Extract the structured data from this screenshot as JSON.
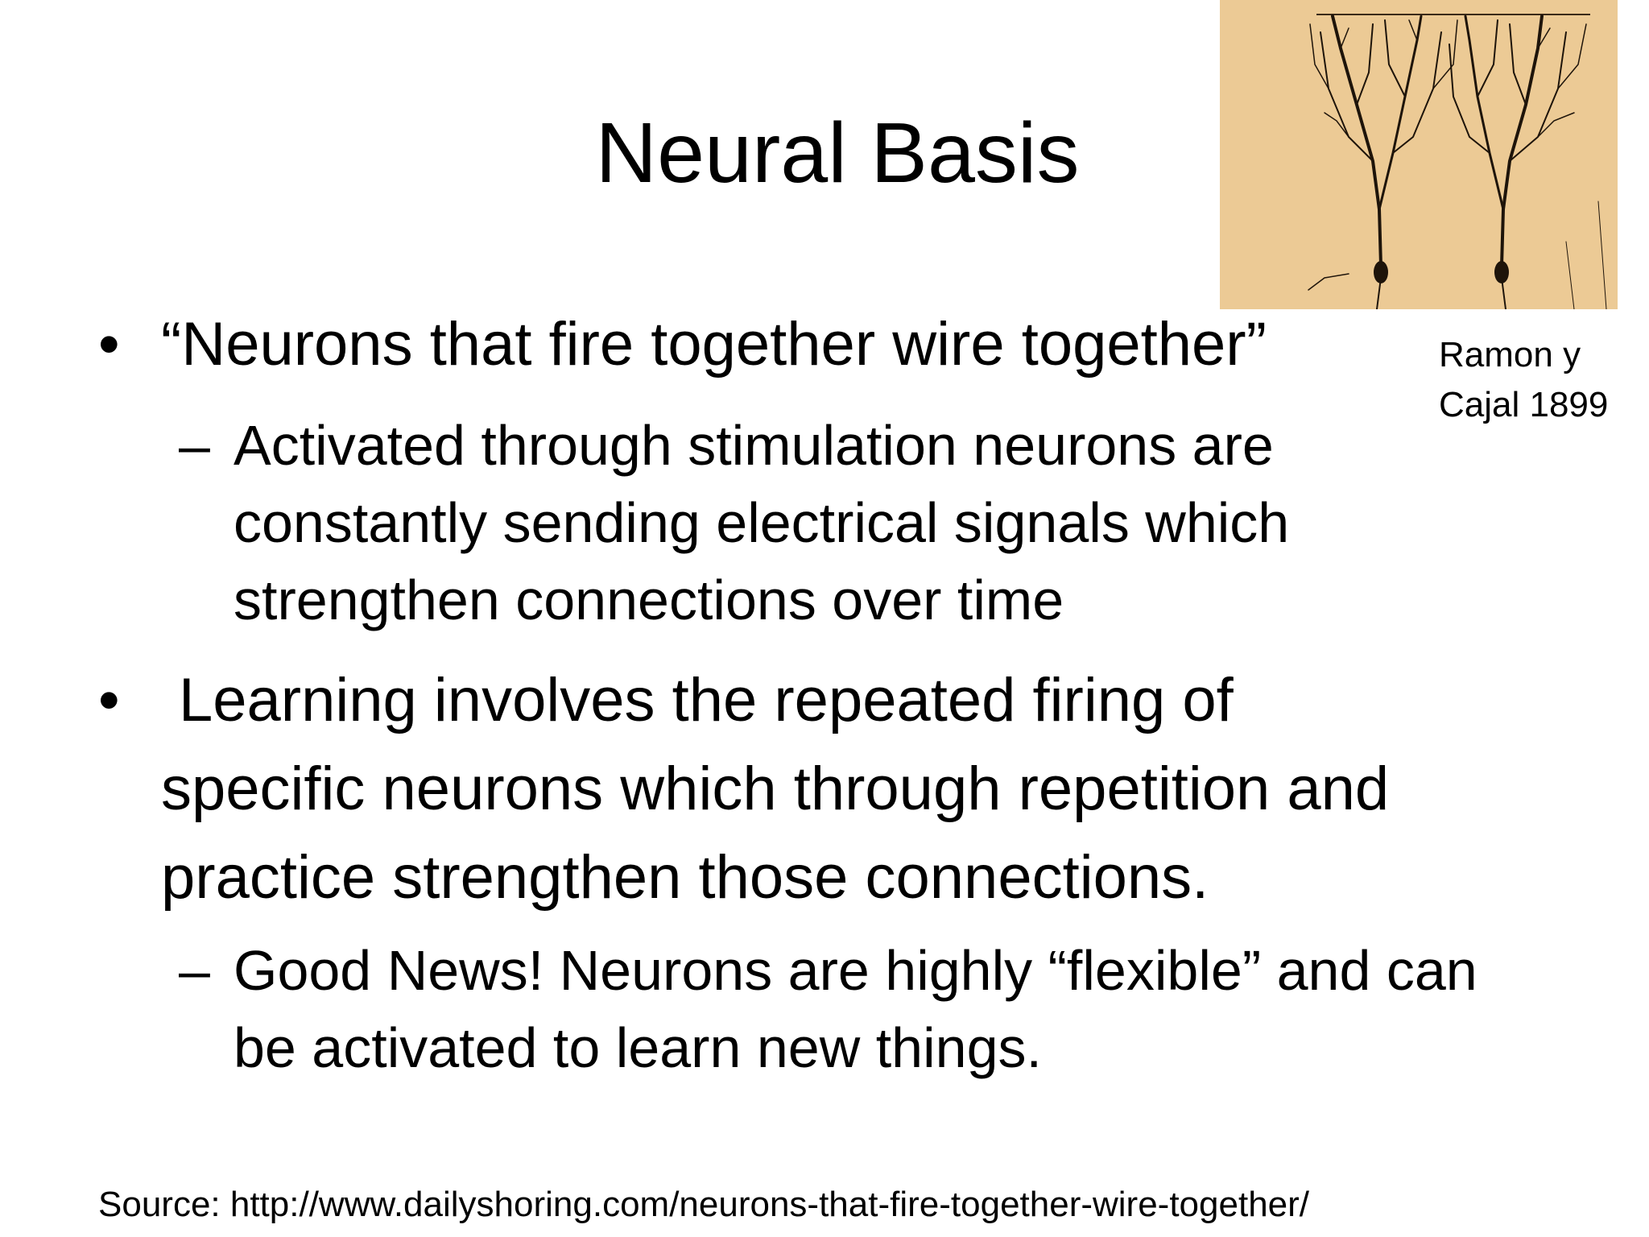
{
  "slide": {
    "title": "Neural Basis",
    "image_caption": {
      "line1": "Ramon y",
      "line2": "Cajal 1899"
    },
    "bullets": [
      {
        "marker": "•",
        "lines": [
          "“Neurons that fire together wire together”"
        ],
        "sub": {
          "marker": "–",
          "lines": [
            "Activated through stimulation neurons are",
            "constantly sending electrical signals which",
            "strengthen connections  over time"
          ]
        }
      },
      {
        "marker": "•",
        "lines": [
          "Learning involves the repeated firing of",
          "specific neurons which through repetition and",
          "practice strengthen those connections."
        ],
        "sub": {
          "marker": "–",
          "lines": [
            "Good News! Neurons are highly “flexible” and can",
            "be activated to learn new things."
          ]
        }
      }
    ],
    "source": "Source: http://www.dailyshoring.com/neurons-that-fire-together-wire-together/"
  },
  "colors": {
    "background": "#ffffff",
    "text": "#000000",
    "figure_paper": "#e9c48c",
    "figure_ink": "#1e140a"
  },
  "icons": {
    "figure": "neuron-drawing-image"
  }
}
